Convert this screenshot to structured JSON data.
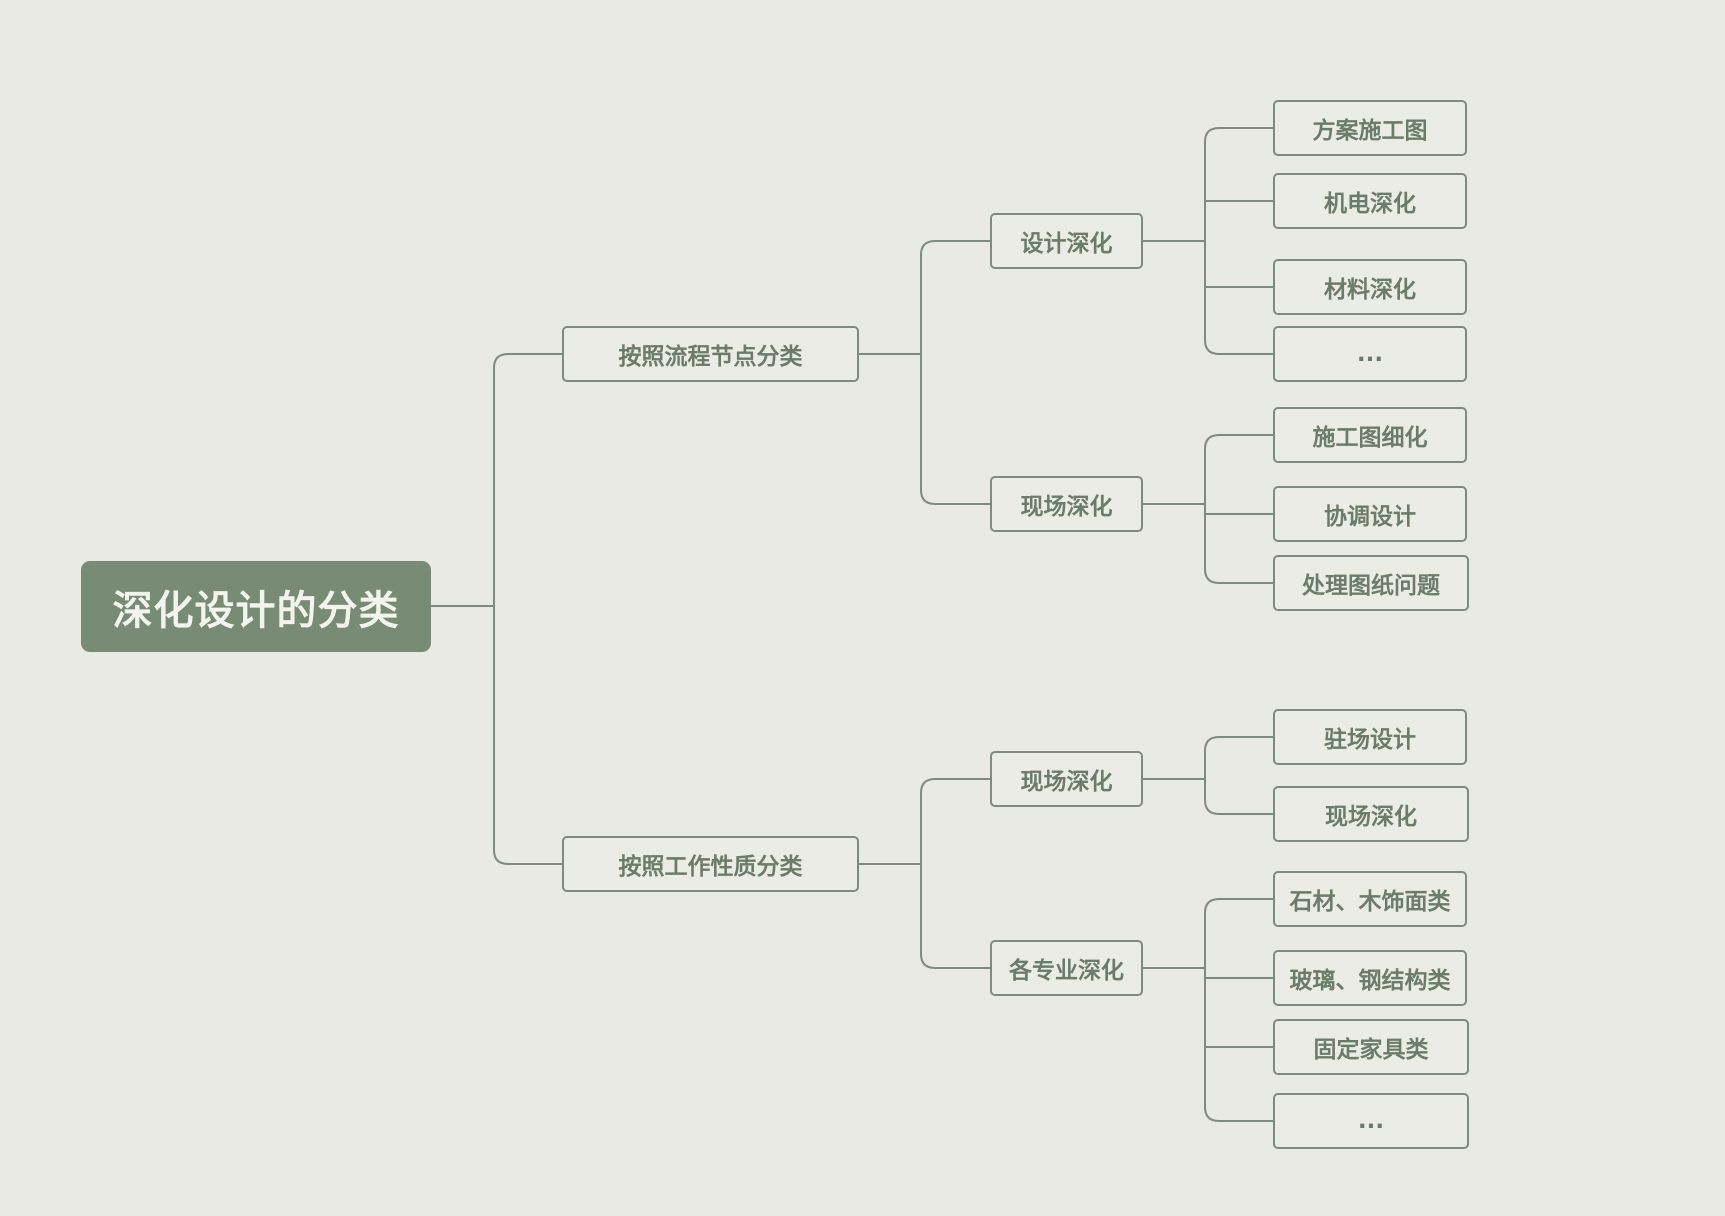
{
  "root": {
    "label": "深化设计的分类"
  },
  "branches": [
    {
      "label": "按照流程节点分类",
      "groups": [
        {
          "label": "设计深化",
          "items": [
            "方案施工图",
            "机电深化",
            "材料深化",
            "..."
          ]
        },
        {
          "label": "现场深化",
          "items": [
            "施工图细化",
            "协调设计",
            "处理图纸问题"
          ]
        }
      ]
    },
    {
      "label": "按照工作性质分类",
      "groups": [
        {
          "label": "现场深化",
          "items": [
            "驻场设计",
            "现场深化"
          ]
        },
        {
          "label": "各专业深化",
          "items": [
            "石材、木饰面类",
            "玻璃、钢结构类",
            "固定家具类",
            "..."
          ]
        }
      ]
    }
  ],
  "colors": {
    "background": "#eaeae4",
    "root_fill": "#788b75",
    "root_text": "#f3f4ee",
    "node_text": "#6b7d69",
    "line": "#7f8c7d"
  }
}
